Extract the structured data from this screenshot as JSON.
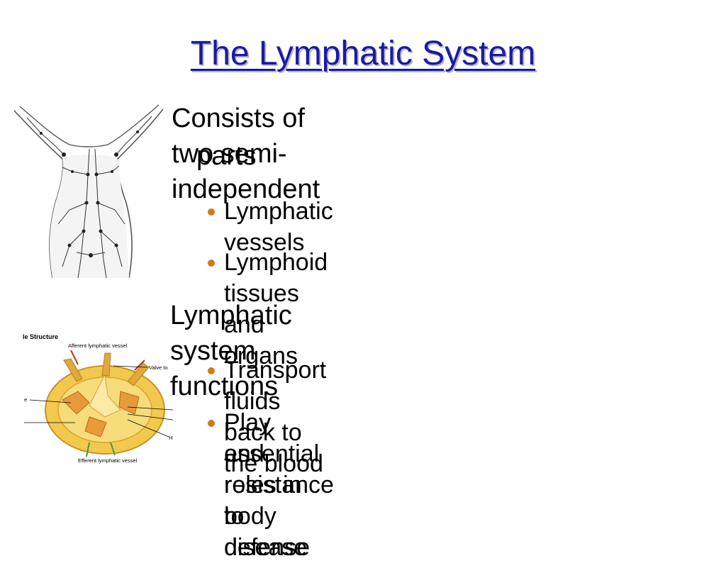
{
  "slide": {
    "title": "The Lymphatic System",
    "bullets": [
      {
        "text_line1": "Consists of two semi-independent",
        "text_line2": "parts"
      },
      {
        "text": "Lymphatic system functions"
      }
    ],
    "sub_bullets": [
      {
        "text": "Lymphatic vessels"
      },
      {
        "text": "Lymphoid tissues and organs"
      },
      {
        "text": "Transport fluids back to the blood"
      },
      {
        "text_line1": "Play essential roles in body defense",
        "text_line2": "and resistance to disease"
      }
    ],
    "bullet_color": "#d07a1e",
    "title_color": "#1a1aa6"
  },
  "node_figure": {
    "heading": "le Structure",
    "labels": [
      "Afferent lymphatic vessel",
      "Valve to",
      "e",
      "H",
      "Efferent lymphatic vessel"
    ]
  }
}
